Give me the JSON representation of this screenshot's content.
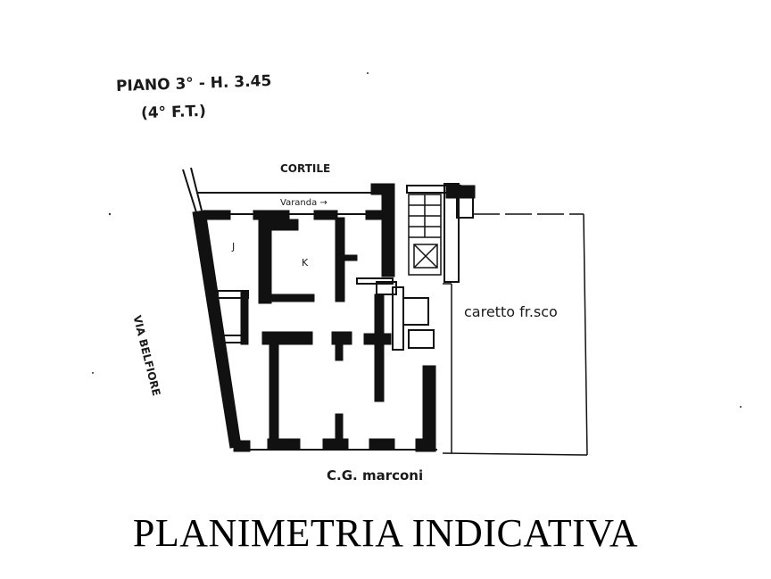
{
  "header": {
    "floor_label": "PIANO 3° - H. 3.45",
    "floor_sub": "(4° F.T.)"
  },
  "plan": {
    "top_street": "CORTILE",
    "balcony": "Varanda →",
    "left_street": "VIA BELFIORE",
    "bottom_street": "C.G. marconi",
    "right_property": "caretto fr.sco",
    "room_j": "J",
    "room_k": "K"
  },
  "caption": "PLANIMETRIA INDICATIVA",
  "colors": {
    "ink": "#111111",
    "paper": "#ffffff"
  }
}
